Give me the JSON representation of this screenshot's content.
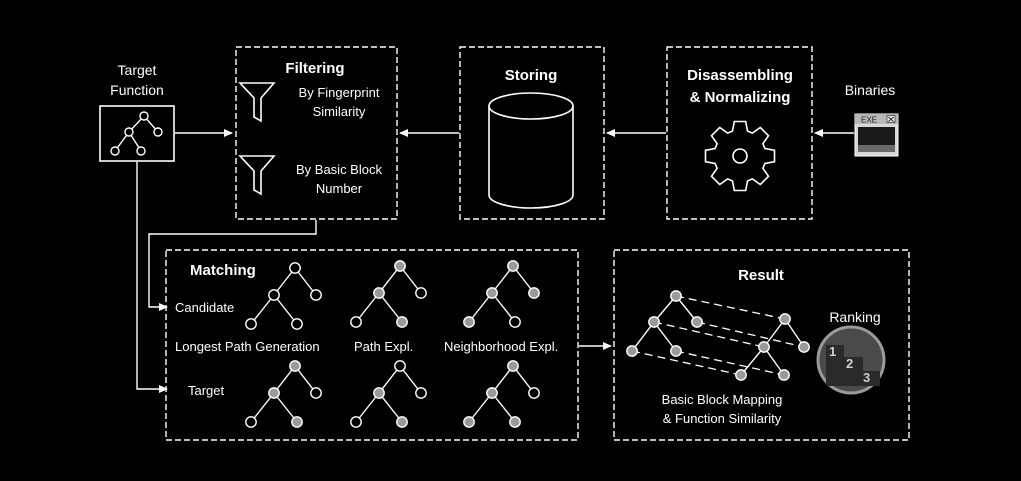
{
  "target_function": {
    "line1": "Target",
    "line2": "Function"
  },
  "filtering": {
    "title": "Filtering",
    "item1": {
      "line1": "By Fingerprint",
      "line2": "Similarity"
    },
    "item2": {
      "line1": "By Basic Block",
      "line2": "Number"
    }
  },
  "storing": {
    "title": "Storing"
  },
  "disassembling": {
    "line1": "Disassembling",
    "line2": "& Normalizing"
  },
  "binaries": {
    "label": "Binaries",
    "exe_text": "EXE"
  },
  "matching": {
    "title": "Matching",
    "candidate": "Candidate",
    "target": "Target",
    "longest_path": "Longest Path Generation",
    "path_expl": "Path Expl.",
    "neighborhood_expl": "Neighborhood Expl."
  },
  "result": {
    "title": "Result",
    "ranking": "Ranking",
    "rank_1": "1",
    "rank_2": "2",
    "rank_3": "3",
    "caption_line1": "Basic Block Mapping",
    "caption_line2": "& Function Similarity"
  }
}
